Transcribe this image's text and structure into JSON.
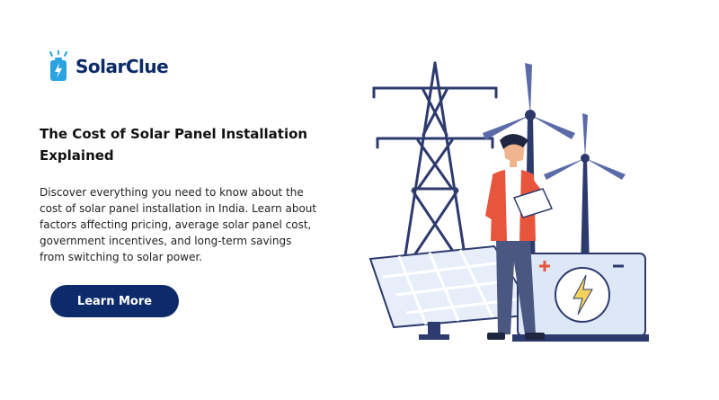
{
  "brand": {
    "name": "SolarClue",
    "color": "#0a2a66",
    "icon": "battery-bolt-icon"
  },
  "hero": {
    "title": "The Cost of Solar Panel Installation Explained",
    "description": "Discover everything you need to know about the cost of solar panel installation in India. Learn about factors affecting pricing, average solar panel cost, government incentives, and long-term savings from switching to solar power.",
    "cta_label": "Learn More",
    "cta_color": "#0d2b6b"
  },
  "illustration": {
    "elements": [
      "transmission-tower",
      "wind-turbine",
      "solar-panel",
      "person-with-document",
      "battery-bolt-icon"
    ],
    "colors": {
      "navy": "#2d3a6e",
      "panel": "#dbe6f6",
      "shirt": "#e8553d",
      "battery": "#dde8f6",
      "bolt": "#f3d35c"
    }
  }
}
